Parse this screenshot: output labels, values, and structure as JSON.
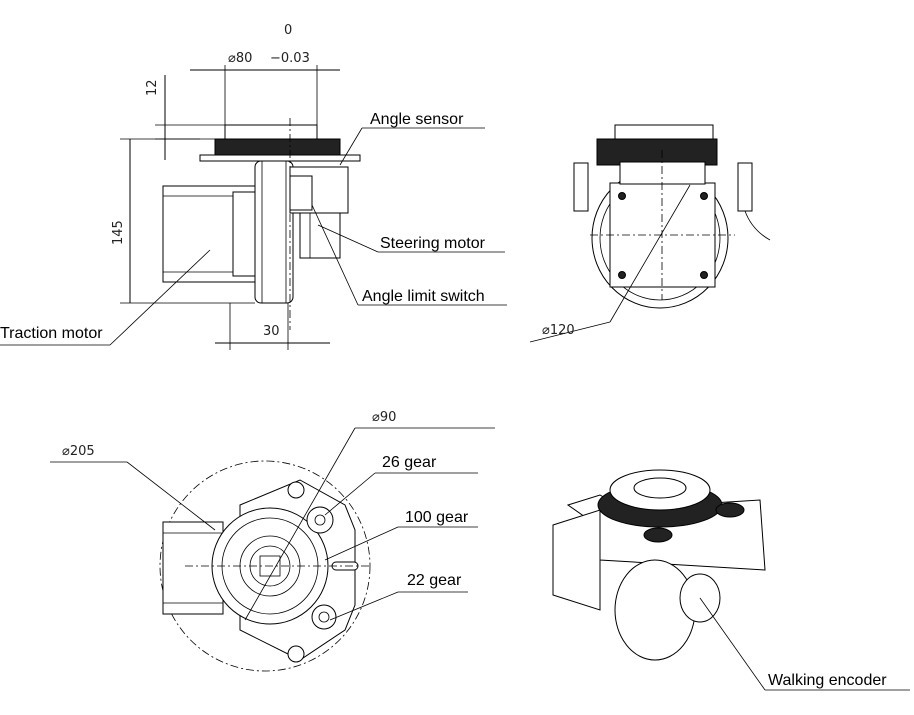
{
  "dimensions": {
    "bore_diameter": "⌀80",
    "bore_upper_tolerance": "0",
    "bore_lower_tolerance": "−0.03",
    "top_height": "12",
    "total_height": "145",
    "offset": "30",
    "side_diameter": "⌀120",
    "outer_diameter": "⌀205",
    "inner_diameter": "⌀90"
  },
  "labels": {
    "angle_sensor": "Angle sensor",
    "steering_motor": "Steering motor",
    "angle_limit_switch": "Angle limit switch",
    "traction_motor": "Traction motor",
    "gear_26": "26 gear",
    "gear_100": "100 gear",
    "gear_22": "22 gear",
    "walking_encoder": "Walking encoder"
  }
}
